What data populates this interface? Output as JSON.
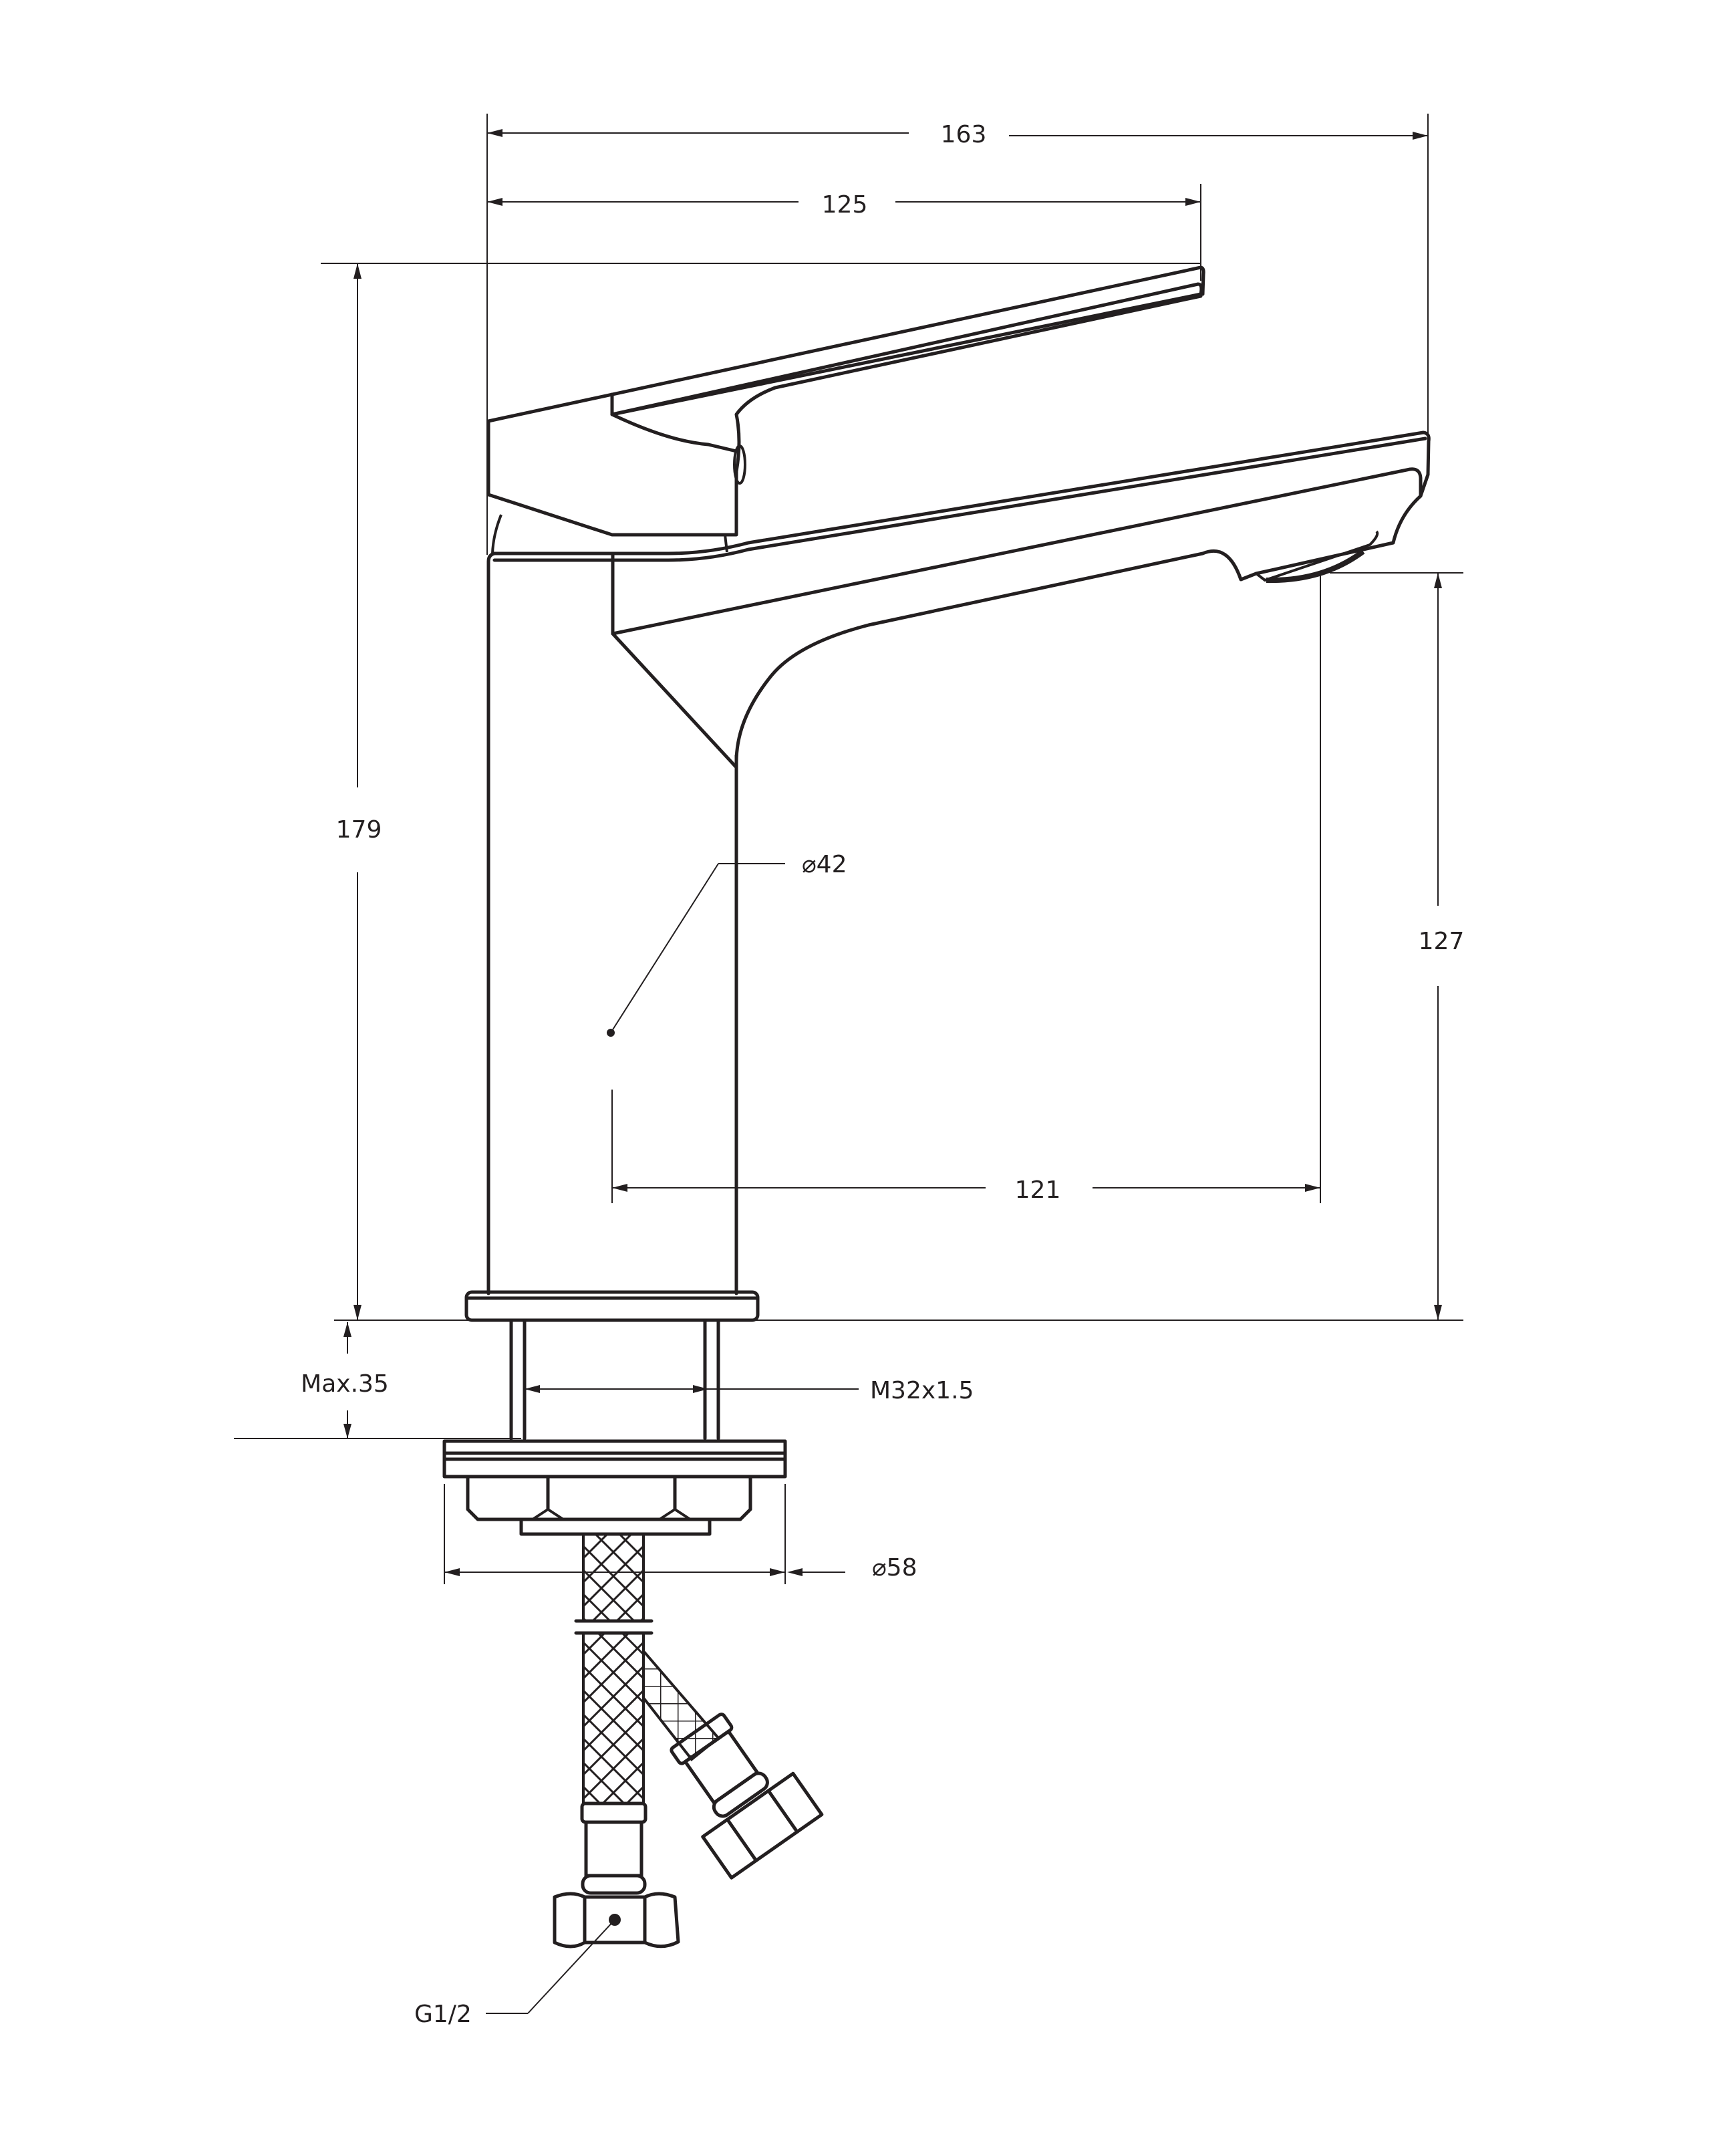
{
  "drawing": {
    "title": "Basin mixer technical drawing",
    "units": "mm",
    "line_color": "#231f20",
    "background": "#ffffff"
  },
  "dimensions": {
    "overall_length": "163",
    "lever_length": "125",
    "overall_height": "179",
    "spout_outlet_height": "127",
    "spout_reach": "121",
    "body_diameter": "⌀42",
    "max_countertop_thickness": "Max.35",
    "thread": "M32x1.5",
    "base_flange_diameter": "⌀58",
    "hose_connection": "G1/2"
  }
}
